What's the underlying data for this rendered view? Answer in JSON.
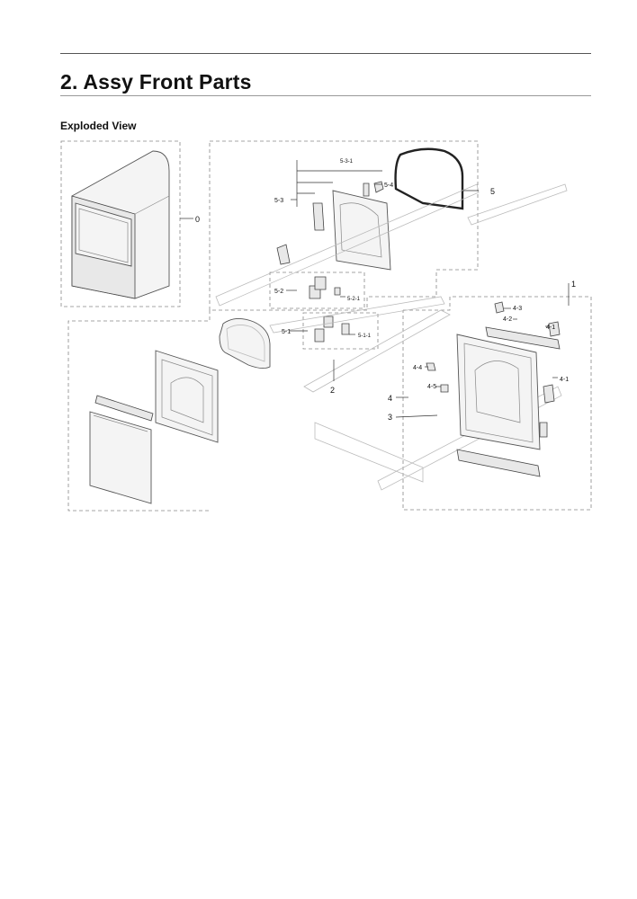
{
  "page": {
    "title": "2.  Assy Front Parts",
    "section": "Exploded View"
  },
  "callouts": {
    "c0": "0",
    "c1": "1",
    "c2": "2",
    "c3": "3",
    "c4": "4",
    "c4_1a": "4-1",
    "c4_1b": "4-1",
    "c4_2": "4-2",
    "c4_3": "4-3",
    "c4_4": "4-4",
    "c4_5": "4-5",
    "c5": "5",
    "c5_1": "5-1",
    "c5_1_1": "5-1-1",
    "c5_2": "5-2",
    "c5_2_1": "5-2-1",
    "c5_3": "5-3",
    "c5_3_1": "5-3-1",
    "c5_4": "5-4"
  }
}
